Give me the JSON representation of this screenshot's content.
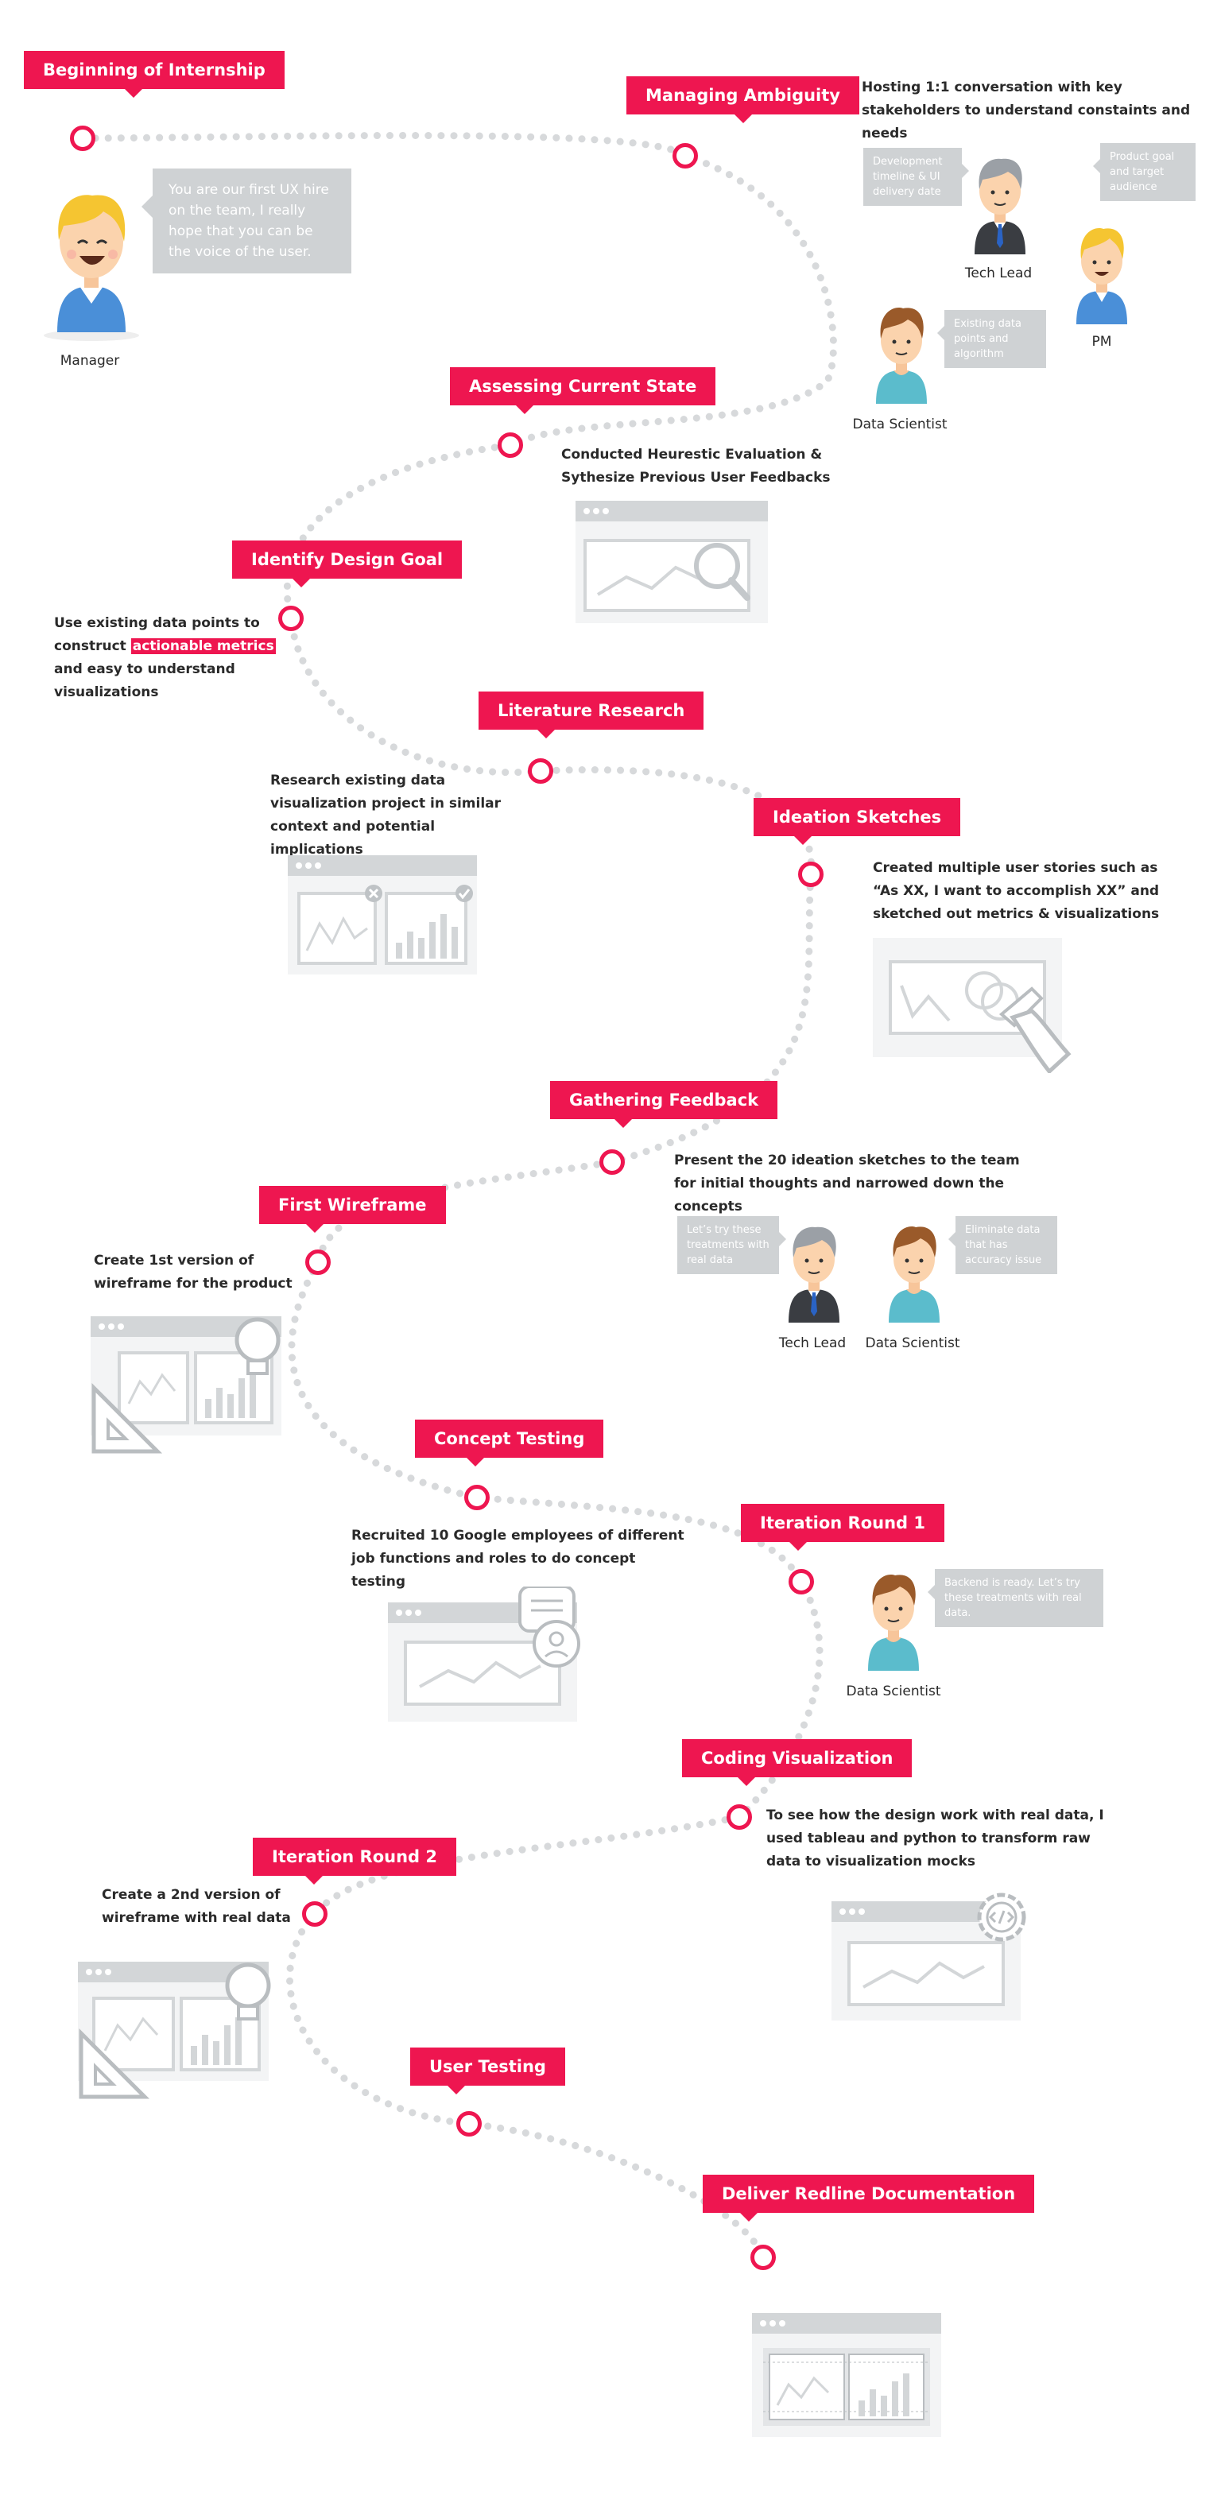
{
  "colors": {
    "accent": "#ee1650",
    "path": "#d7d9db",
    "bubble": "#cfd2d4",
    "illustration": "#d3d6d8"
  },
  "milestones": [
    {
      "label": "Beginning of Internship"
    },
    {
      "label": "Managing Ambiguity"
    },
    {
      "label": "Assessing Current State"
    },
    {
      "label": "Identify Design Goal"
    },
    {
      "label": "Literature Research"
    },
    {
      "label": "Ideation Sketches"
    },
    {
      "label": "Gathering Feedback"
    },
    {
      "label": "First Wireframe"
    },
    {
      "label": "Concept Testing"
    },
    {
      "label": "Iteration Round 1"
    },
    {
      "label": "Coding Visualization"
    },
    {
      "label": "Iteration Round 2"
    },
    {
      "label": "User Testing"
    },
    {
      "label": "Deliver Redline Documentation"
    }
  ],
  "descriptions": {
    "managing_ambiguity": "Hosting 1:1 conversation with key stakeholders to understand constaints and needs",
    "assessing_current_state": "Conducted Heurestic Evaluation & Sythesize Previous User Feedbacks",
    "identify_design_goal_pre": "Use existing data points to construct ",
    "identify_design_goal_highlight": "actionable metrics",
    "identify_design_goal_post": " and easy to understand visualizations",
    "literature_research": "Research existing data visualization project in similar context and potential implications",
    "ideation_sketches": "Created multiple user stories such as “As XX, I want to accomplish XX” and sketched out metrics & visualizations",
    "gathering_feedback": "Present the 20 ideation sketches to the team for initial thoughts and narrowed down the concepts",
    "first_wireframe": "Create 1st version of wireframe for the product",
    "concept_testing": "Recruited 10 Google employees of different job functions and roles to do concept testing",
    "coding_visualization": "To see how the design work with real data, I used tableau and python to transform raw data to visualization mocks",
    "iteration_round_2": "Create a 2nd version of wireframe with real data"
  },
  "bubbles": {
    "manager": "You are our first UX hire on the team, I really hope that you can be the voice of the user.",
    "tech_lead_1": "Development timeline & UI delivery date",
    "pm": "Product goal and target audience",
    "data_scientist_1": "Existing data points and algorithm",
    "tech_lead_2": "Let’s try these treatments with real data",
    "data_scientist_2": "Eliminate data that has accuracy issue",
    "data_scientist_3": "Backend is ready. Let’s try these treatments with real data."
  },
  "people": {
    "manager": "Manager",
    "tech_lead": "Tech Lead",
    "pm": "PM",
    "data_scientist": "Data Scientist"
  }
}
